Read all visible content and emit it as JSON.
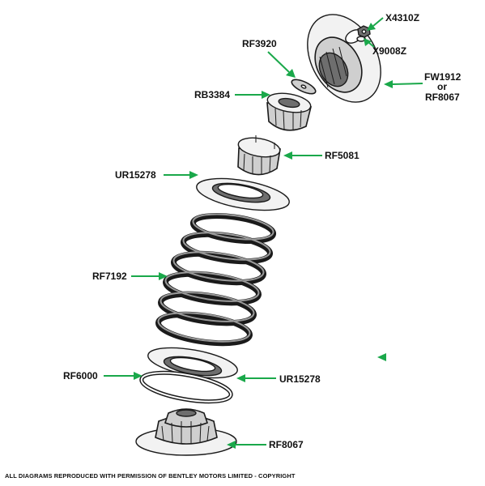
{
  "colors": {
    "arrow": "#1aa84a",
    "ink": "#1a1a1a",
    "label": "#111111"
  },
  "labels": {
    "x4310z": "X4310Z",
    "x9008z": "X9008Z",
    "rf3920": "RF3920",
    "fw1912": "FW1912",
    "or": "or",
    "rf8067_top": "RF8067",
    "rb3384": "RB3384",
    "rf5081": "RF5081",
    "ur15278_top": "UR15278",
    "rf7192": "RF7192",
    "rf6000": "RF6000",
    "ur15278_bottom": "UR15278",
    "rf8067_bottom": "RF8067"
  },
  "footer": "ALL DIAGRAMS REPRODUCED WITH PERMISSION OF BENTLEY MOTORS LIMITED - COPYRIGHT"
}
